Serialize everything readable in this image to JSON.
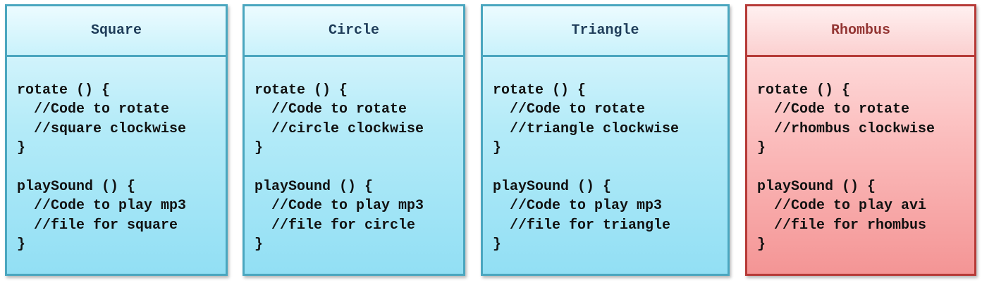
{
  "cards": [
    {
      "title": "Square",
      "theme": "blue",
      "lines": [
        "rotate () {",
        "  //Code to rotate",
        "  //square clockwise",
        "}",
        "",
        "playSound () {",
        "  //Code to play mp3",
        "  //file for square",
        "}"
      ]
    },
    {
      "title": "Circle",
      "theme": "blue",
      "lines": [
        "rotate () {",
        "  //Code to rotate",
        "  //circle clockwise",
        "}",
        "",
        "playSound () {",
        "  //Code to play mp3",
        "  //file for circle",
        "}"
      ]
    },
    {
      "title": "Triangle",
      "theme": "blue",
      "lines": [
        "rotate () {",
        "  //Code to rotate",
        "  //triangle clockwise",
        "}",
        "",
        "playSound () {",
        "  //Code to play mp3",
        "  //file for triangle",
        "}"
      ]
    },
    {
      "title": "Rhombus",
      "theme": "red",
      "lines": [
        "rotate () {",
        "  //Code to rotate",
        "  //rhombus clockwise",
        "}",
        "",
        "playSound () {",
        "  //Code to play avi",
        "  //file for rhombus",
        "}"
      ]
    }
  ],
  "colors": {
    "blue_border": "#4aa6bf",
    "blue_fill": "#b4ebf8",
    "blue_title": "#1f3d5a",
    "red_border": "#b63a37",
    "red_fill": "#fbbcbc",
    "red_title": "#943634"
  }
}
